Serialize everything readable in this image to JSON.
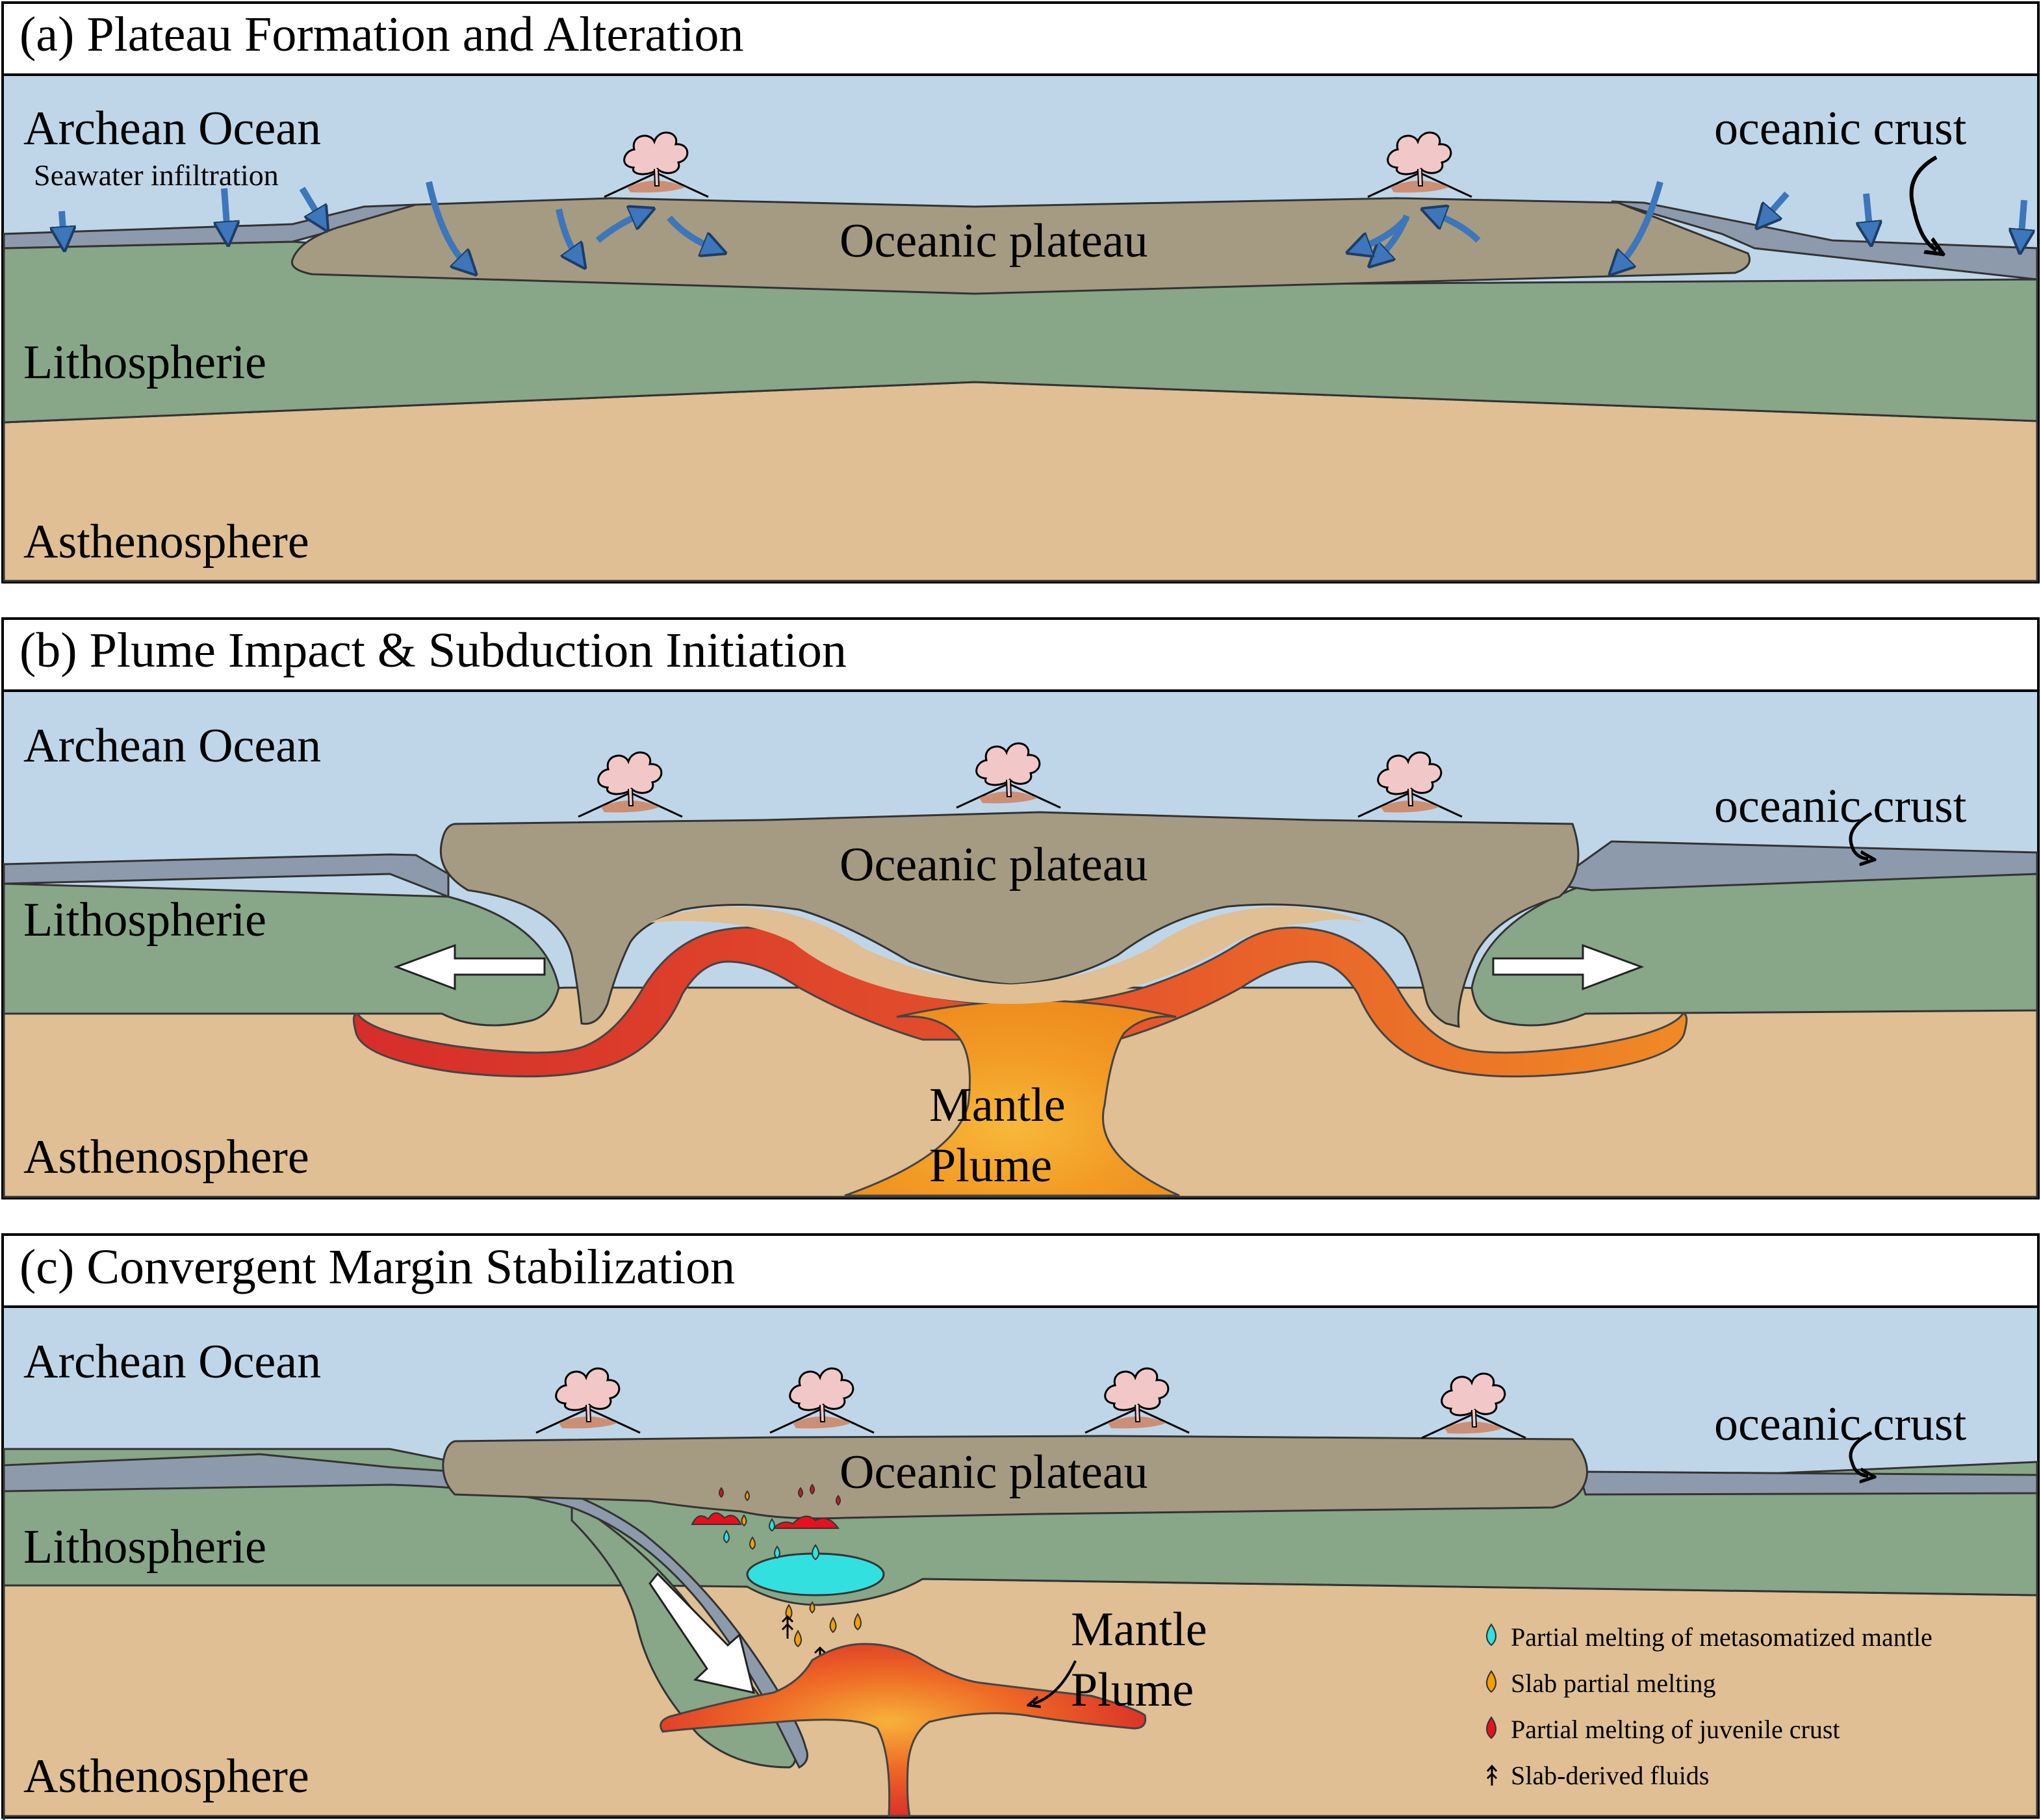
{
  "panels": [
    {
      "title": "(a) Plateau Formation and Alteration",
      "labels": {
        "ocean": "Archean Ocean",
        "seawater": "Seawater infiltration",
        "oceanic_crust": "oceanic crust",
        "plateau": "Oceanic plateau",
        "lithosphere": "Lithospherie",
        "asthenosphere": "Asthenosphere"
      }
    },
    {
      "title": "(b) Plume Impact & Subduction Initiation",
      "labels": {
        "ocean": "Archean Ocean",
        "oceanic_crust": "oceanic crust",
        "plateau": "Oceanic plateau",
        "lithosphere": "Lithospherie",
        "asthenosphere": "Asthenosphere",
        "plume_line1": "Mantle",
        "plume_line2": "Plume"
      }
    },
    {
      "title": "(c) Convergent Margin Stabilization",
      "labels": {
        "ocean": "Archean Ocean",
        "oceanic_crust": "oceanic crust",
        "plateau": "Oceanic plateau",
        "lithosphere": "Lithospherie",
        "asthenosphere": "Asthenosphere",
        "plume_line1": "Mantle",
        "plume_line2": "Plume"
      },
      "legend": [
        {
          "label": "Partial melting of metasomatized mantle",
          "icon": "cyan-melt-drop-icon",
          "color": "#33e0e0"
        },
        {
          "label": "Slab partial melting",
          "icon": "orange-melt-drop-icon",
          "color": "#f5a000"
        },
        {
          "label": "Partial melting of juvenile crust",
          "icon": "red-melt-drop-icon",
          "color": "#e8101e"
        },
        {
          "label": "Slab-derived fluids",
          "icon": "fluid-arrow-icon",
          "color": "#000000"
        }
      ]
    }
  ],
  "colors": {
    "ocean": "#bfd6e9",
    "plateau": "#a59b82",
    "lithosphere": "#88a688",
    "asthenosphere": "#dfbf93",
    "crust": "#8c9aac",
    "plume": "#f5a020",
    "plume_edge": "#d83a2a",
    "seawater_arrow": "#3d76ba",
    "volcano_cloud": "#f1c8c7",
    "volcano_cone": "#cc8f74"
  }
}
